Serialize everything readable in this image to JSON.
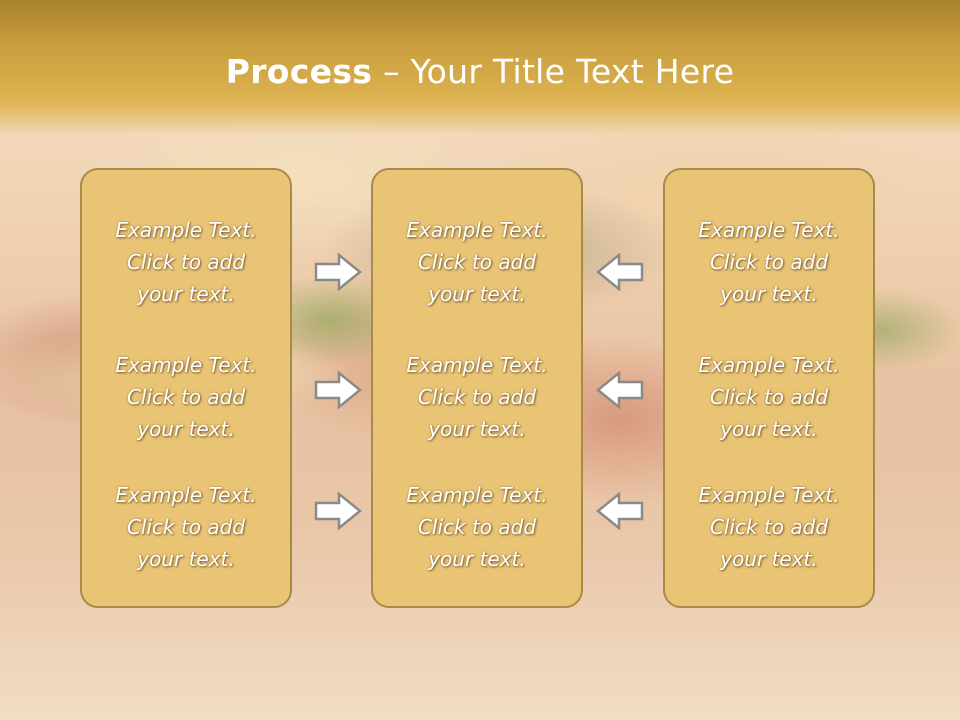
{
  "slide": {
    "title_bold": "Process",
    "title_rest": " – Your Title Text Here"
  },
  "columns": [
    {
      "items": [
        {
          "line1": "Example Text.",
          "line2": "Click  to add",
          "line3": "your text."
        },
        {
          "line1": "Example Text.",
          "line2": "Click  to add",
          "line3": "your text."
        },
        {
          "line1": "Example Text.",
          "line2": "Click  to add",
          "line3": "your text."
        }
      ]
    },
    {
      "items": [
        {
          "line1": "Example Text.",
          "line2": "Click  to add",
          "line3": "your text."
        },
        {
          "line1": "Example Text.",
          "line2": "Click  to add",
          "line3": "your text."
        },
        {
          "line1": "Example Text.",
          "line2": "Click  to add",
          "line3": "your text."
        }
      ]
    },
    {
      "items": [
        {
          "line1": "Example Text.",
          "line2": "Click  to add",
          "line3": "your text."
        },
        {
          "line1": "Example Text.",
          "line2": "Click  to add",
          "line3": "your text."
        },
        {
          "line1": "Example Text.",
          "line2": "Click  to add",
          "line3": "your text."
        }
      ]
    }
  ],
  "arrows": {
    "left_group": [
      "arrow-right-icon",
      "arrow-right-icon",
      "arrow-right-icon"
    ],
    "right_group": [
      "arrow-left-icon",
      "arrow-left-icon",
      "arrow-left-icon"
    ]
  },
  "colors": {
    "header": "#deb452",
    "panel_fill": "#e9c475",
    "panel_border": "#a88a4a",
    "text": "#ffffff"
  }
}
